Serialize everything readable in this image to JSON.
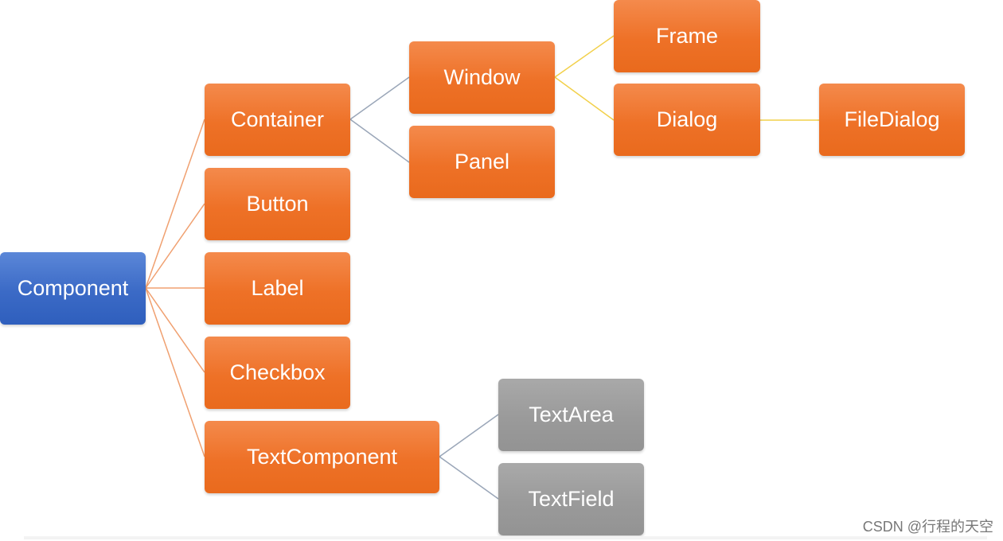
{
  "nodes": {
    "component": "Component",
    "container": "Container",
    "button": "Button",
    "label": "Label",
    "checkbox": "Checkbox",
    "textcomponent": "TextComponent",
    "window": "Window",
    "panel": "Panel",
    "frame": "Frame",
    "dialog": "Dialog",
    "filedialog": "FileDialog",
    "textarea": "TextArea",
    "textfield": "TextField"
  },
  "edges": [
    [
      "component",
      "container"
    ],
    [
      "component",
      "button"
    ],
    [
      "component",
      "label"
    ],
    [
      "component",
      "checkbox"
    ],
    [
      "component",
      "textcomponent"
    ],
    [
      "container",
      "window"
    ],
    [
      "container",
      "panel"
    ],
    [
      "window",
      "frame"
    ],
    [
      "window",
      "dialog"
    ],
    [
      "dialog",
      "filedialog"
    ],
    [
      "textcomponent",
      "textarea"
    ],
    [
      "textcomponent",
      "textfield"
    ]
  ],
  "colors": {
    "root": "#3b6ac6",
    "class": "#ee7127",
    "leaf_gray": "#9a9a9a",
    "edge_orange": "#f0a070",
    "edge_gray": "#9aa6b8",
    "edge_yellow": "#f2d04a"
  },
  "watermark": "CSDN @行程的天空"
}
